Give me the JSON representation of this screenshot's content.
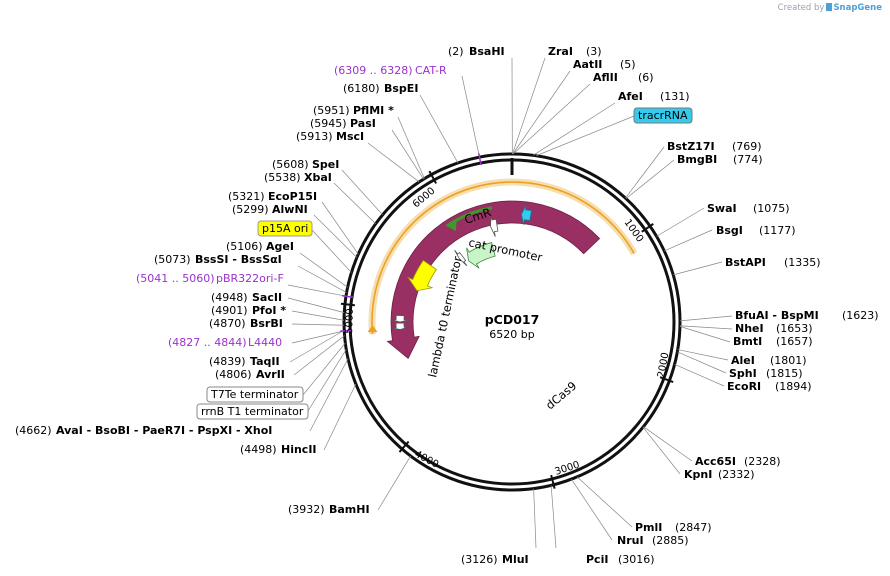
{
  "credit": {
    "text": "Created by",
    "brand": "SnapGene",
    "icon": "snapgene-logo-icon"
  },
  "plasmid": {
    "name": "pCD017",
    "size_label": "6520 bp",
    "length": 6520
  },
  "ticks": [
    "1000",
    "2000",
    "3000",
    "4000",
    "5000",
    "6000"
  ],
  "features": [
    {
      "name": "dCas9",
      "type": "CDS",
      "color": "#992f63"
    },
    {
      "name": "CmR",
      "type": "CDS",
      "color": "#c8f4c8"
    },
    {
      "name": "cat promoter",
      "type": "promoter",
      "color": "#ffffff"
    },
    {
      "name": "lambda t0 terminator",
      "type": "terminator",
      "color": "#ffff00"
    },
    {
      "name": "tracrRNA",
      "type": "misc",
      "color": "#33ccee"
    }
  ],
  "labels": [
    {
      "id": "bsahi",
      "pos": "(2)",
      "name": "BsaHI",
      "kind": "enzyme"
    },
    {
      "id": "zrai",
      "name": "ZraI",
      "pos": "(3)",
      "kind": "enzyme"
    },
    {
      "id": "aatii",
      "name": "AatII",
      "pos": "(5)",
      "kind": "enzyme"
    },
    {
      "id": "aflii",
      "name": "AflII",
      "pos": "(6)",
      "kind": "enzyme"
    },
    {
      "id": "afei",
      "name": "AfeI",
      "pos": "(131)",
      "kind": "enzyme"
    },
    {
      "id": "catr",
      "pos": "(6309 .. 6328)",
      "name": "CAT-R",
      "kind": "primer"
    },
    {
      "id": "bspei",
      "pos": "(6180)",
      "name": "BspEI",
      "kind": "enzyme"
    },
    {
      "id": "pflmi",
      "pos": "(5951)",
      "name": "PflMI *",
      "kind": "enzyme"
    },
    {
      "id": "pasi",
      "pos": "(5945)",
      "name": "PasI",
      "kind": "enzyme"
    },
    {
      "id": "msci",
      "pos": "(5913)",
      "name": "MscI",
      "kind": "enzyme"
    },
    {
      "id": "spei",
      "pos": "(5608)",
      "name": "SpeI",
      "kind": "enzyme"
    },
    {
      "id": "xbai",
      "pos": "(5538)",
      "name": "XbaI",
      "kind": "enzyme"
    },
    {
      "id": "ecop15i",
      "pos": "(5321)",
      "name": "EcoP15I",
      "kind": "enzyme"
    },
    {
      "id": "alwni",
      "pos": "(5299)",
      "name": "AlwNI",
      "kind": "enzyme"
    },
    {
      "id": "p15a",
      "name": "p15A ori",
      "kind": "ori-box"
    },
    {
      "id": "agei",
      "pos": "(5106)",
      "name": "AgeI",
      "kind": "enzyme"
    },
    {
      "id": "bsssi",
      "pos": "(5073)",
      "name": "BssSI  - BssSαI",
      "kind": "enzyme"
    },
    {
      "id": "pbr",
      "pos": "(5041 .. 5060)",
      "name": "pBR322ori-F",
      "kind": "primer"
    },
    {
      "id": "sacii",
      "pos": "(4948)",
      "name": "SacII",
      "kind": "enzyme"
    },
    {
      "id": "pfoi",
      "pos": "(4901)",
      "name": "PfoI *",
      "kind": "enzyme"
    },
    {
      "id": "bsrbi",
      "pos": "(4870)",
      "name": "BsrBI",
      "kind": "enzyme"
    },
    {
      "id": "l4440",
      "pos": "(4827 .. 4844)",
      "name": "L4440",
      "kind": "primer"
    },
    {
      "id": "taqii",
      "pos": "(4839)",
      "name": "TaqII",
      "kind": "enzyme"
    },
    {
      "id": "avrii",
      "pos": "(4806)",
      "name": "AvrII",
      "kind": "enzyme"
    },
    {
      "id": "t7te",
      "name": "T7Te terminator",
      "kind": "term-box"
    },
    {
      "id": "rrnb",
      "name": "rrnB T1 terminator",
      "kind": "term-box"
    },
    {
      "id": "avai",
      "pos": "(4662)",
      "name": "AvaI  - BsoBI  - PaeR7I  - PspXI  - XhoI",
      "kind": "enzyme"
    },
    {
      "id": "hincii",
      "pos": "(4498)",
      "name": "HincII",
      "kind": "enzyme"
    },
    {
      "id": "bamhi",
      "pos": "(3932)",
      "name": "BamHI",
      "kind": "enzyme"
    },
    {
      "id": "mlui",
      "pos": "(3126)",
      "name": "MluI",
      "kind": "enzyme"
    },
    {
      "id": "pcii",
      "name": "PciI",
      "pos": "(3016)",
      "kind": "enzyme"
    },
    {
      "id": "nrui",
      "name": "NruI",
      "pos": "(2885)",
      "kind": "enzyme"
    },
    {
      "id": "pmli",
      "name": "PmlI",
      "pos": "(2847)",
      "kind": "enzyme"
    },
    {
      "id": "kpni",
      "name": "KpnI",
      "pos": "(2332)",
      "kind": "enzyme"
    },
    {
      "id": "acc65i",
      "name": "Acc65I",
      "pos": "(2328)",
      "kind": "enzyme"
    },
    {
      "id": "ecori",
      "name": "EcoRI",
      "pos": "(1894)",
      "kind": "enzyme"
    },
    {
      "id": "sphi",
      "name": "SphI",
      "pos": "(1815)",
      "kind": "enzyme"
    },
    {
      "id": "alei",
      "name": "AleI",
      "pos": "(1801)",
      "kind": "enzyme"
    },
    {
      "id": "bmti",
      "name": "BmtI",
      "pos": "(1657)",
      "kind": "enzyme"
    },
    {
      "id": "nhei",
      "name": "NheI",
      "pos": "(1653)",
      "kind": "enzyme"
    },
    {
      "id": "bfuai",
      "name": "BfuAI  - BspMI",
      "pos": "(1623)",
      "kind": "enzyme"
    },
    {
      "id": "bstapi",
      "name": "BstAPI",
      "pos": "(1335)",
      "kind": "enzyme"
    },
    {
      "id": "bsgi",
      "name": "BsgI",
      "pos": "(1177)",
      "kind": "enzyme"
    },
    {
      "id": "swai",
      "name": "SwaI",
      "pos": "(1075)",
      "kind": "enzyme"
    },
    {
      "id": "bmgbi",
      "name": "BmgBI",
      "pos": "(774)",
      "kind": "enzyme"
    },
    {
      "id": "bstz17i",
      "name": "BstZ17I",
      "pos": "(769)",
      "kind": "enzyme"
    },
    {
      "id": "tracr",
      "name": "tracrRNA",
      "kind": "misc-box"
    }
  ]
}
